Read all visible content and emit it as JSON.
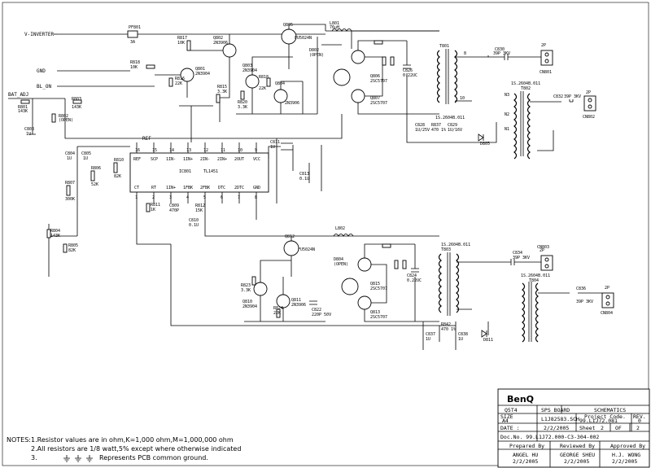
{
  "nets": {
    "v_inverter": "V-INVERTER",
    "gnd": "GND",
    "bl_on": "BL_ON",
    "bat_adj": "BAT_ADJ",
    "ref": "REF"
  },
  "ic": {
    "ref": "IC801",
    "part": "TL1451",
    "pins_top": [
      "16",
      "15",
      "14",
      "13",
      "12",
      "11",
      "10",
      "9"
    ],
    "pins_bottom": [
      "1",
      "2",
      "3",
      "4",
      "5",
      "6",
      "7",
      "8"
    ],
    "labels_top": [
      "REF",
      "SCP",
      "1IN-",
      "1IN+",
      "2IN-",
      "2IN+",
      "2OUT",
      "VCC"
    ],
    "labels_bottom": [
      "CT",
      "RT",
      "1IN+",
      "1FBK",
      "2FBK",
      "DTC",
      "2DTC",
      "GND"
    ]
  },
  "parts": {
    "pf801": "PF801",
    "pf801_v": "3A",
    "q802": "Q802",
    "q802_v": "2N3906",
    "r817": "R817",
    "r817_v": "10K",
    "r818": "R818",
    "r818_v": "10K",
    "q801": "Q801",
    "q801_v": "2N3904",
    "r815": "R815",
    "r815_v": "3.3K",
    "r816": "R816",
    "r816_v": "22K",
    "q805": "Q805",
    "q805_v": "FU5024N",
    "l801": "L801",
    "l801_v": "76uH",
    "q803": "Q803",
    "q803_v": "2N3904",
    "r818b": "R818",
    "r818b_v": "22K",
    "q804": "Q804",
    "q804_v": "2N3906",
    "r820": "R820",
    "r820_v": "3.3K",
    "d802": "D802",
    "d802_v": "(OPEN)",
    "q806": "Q806",
    "q806_v": "2SC5707",
    "q807": "Q807",
    "q807_v": "2SC5707",
    "c826": "C826",
    "c826_v": "0.22UC",
    "t801": "T801",
    "c830": "C830",
    "c830_v": "39P 3KV",
    "cn801": "CN801",
    "t802": "T802",
    "c832": "C832",
    "c832_v": "39P 3KV",
    "cn802": "CN802",
    "ref_net": "REF",
    "r806": "R806",
    "r806_v": "52K",
    "r810": "R810",
    "r810_v": "82K",
    "r812": "R812",
    "r812_v": "15K",
    "c811": "C811",
    "c811_v": "1U",
    "c813": "C813",
    "c813_v": "0.1U",
    "d805": "D805",
    "c828": "C828",
    "c828_v": "1U/25V",
    "c829": "C829",
    "c829_v": "1U/16V",
    "r837": "R837",
    "r837_v": "470 1%",
    "q812": "Q812",
    "q812_v": "FU5024N",
    "l802": "L802",
    "r823": "R823",
    "r823_v": "3.3K",
    "q810": "Q810",
    "q810_v": "2N3904",
    "q811": "Q811",
    "q811_v": "2N3906",
    "r824": "R824",
    "r824_v": "22K",
    "c822": "C822",
    "c822_v": "220P 50V",
    "d804": "D804",
    "d804_v": "(OPEN)",
    "q813": "Q813",
    "q813_v": "2SC5707",
    "q815": "Q815",
    "q815_v": "2SC5707",
    "c824": "C824",
    "c824_v": "0.22UC",
    "t803": "T803",
    "c834": "C834",
    "c834_v": "39P 3KV",
    "cn803": "CN803",
    "t804": "T804",
    "c836": "C836",
    "c836_v": "39P 3KV",
    "cn804": "CN804",
    "c837": "C837",
    "c837_v": "1U",
    "c838": "C838",
    "c838_v": "1U",
    "r842": "R842",
    "r842_v": "470 1%",
    "d811": "D811",
    "r801": "R801",
    "r801_v": "143K",
    "r802": "R802",
    "r802_v": "(OPEN)",
    "r803": "R803",
    "r803_v": "143K",
    "r804": "R804",
    "r804_v": "143K",
    "r805": "R805",
    "r805_v": "82K",
    "c803": "C803",
    "c803_v": "1U",
    "c804": "C804",
    "c804_v": "1U",
    "c805": "C805",
    "c805_v": "1U",
    "c809": "C809",
    "c809_v": "470P",
    "c810": "C810",
    "c810_v": "0.1U",
    "r807": "R807",
    "r807_v": "300K",
    "r811": "R811",
    "r811_v": "1K",
    "cn_pin": "2P",
    "xfmr_pins": "1S.2604B.011"
  },
  "title_block": {
    "logo": "BenQ",
    "model": "Q5T4",
    "board": "SPS BOARD",
    "doc_type": "SCHEMATICS",
    "size_label": "SIZE",
    "size": "A4",
    "file": "L1J82583.SCH",
    "project_code_label": "Project Code.",
    "project_code": "99.L1J72.081",
    "rev_label": "REV.",
    "rev": "0",
    "date_label": "DATE :",
    "date": "2/2/2005",
    "sheet_label": "Sheet",
    "sheet": "2",
    "of_label": "OF",
    "sheet_total": "2",
    "doc_no": "Doc.No. 99.L1J72.000-C3-304-002",
    "prepared_label": "Prepared By",
    "prepared_name": "ANGEL HU",
    "prepared_date": "2/2/2005",
    "reviewed_label": "Reviewed By",
    "reviewed_name": "GEORGE SHEU",
    "reviewed_date": "2/2/2005",
    "approved_label": "Approved By",
    "approved_name": "H.J. WONG",
    "approved_date": "2/2/2005"
  },
  "notes": {
    "line1": "NOTES:1.Resistor values are in ohm,K=1,000 ohm,M=1,000,000 ohm",
    "line2": "2.All resistors are 1/8 watt,5% except where otherwise indicated",
    "line3_num": "3.",
    "line3_text": "Represents PCB common ground."
  }
}
